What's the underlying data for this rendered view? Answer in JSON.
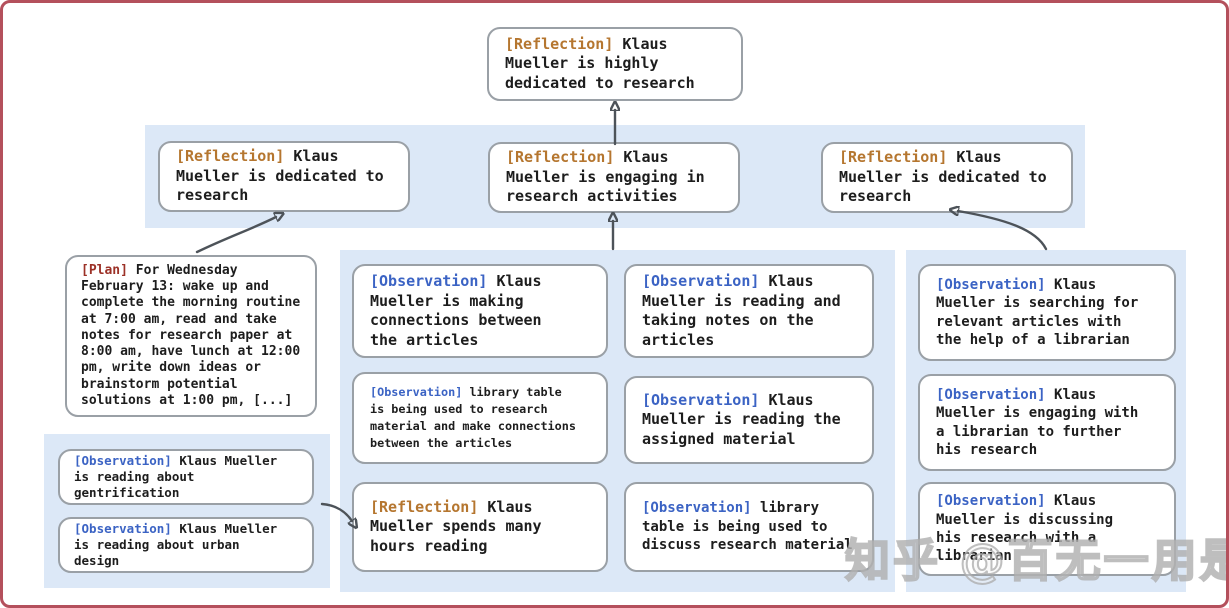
{
  "colors": {
    "band": "#dce8f7",
    "node_bg": "#ffffff",
    "node_border": "#9aa0a6",
    "outer_border": "#b4505c",
    "arrow": "#4d5359",
    "text": "#1d1d1d",
    "tag_reflection": "#b5762f",
    "tag_plan": "#9c3127",
    "tag_observation": "#3b63c4"
  },
  "nodes": {
    "root": {
      "tag": "[Reflection]",
      "text": "Klaus Mueller is highly dedicated to research"
    },
    "refl_left": {
      "tag": "[Reflection]",
      "text": "Klaus Mueller is dedicated to research"
    },
    "refl_mid": {
      "tag": "[Reflection]",
      "text": "Klaus Mueller is engaging in research activities"
    },
    "refl_right": {
      "tag": "[Reflection]",
      "text": "Klaus Mueller is dedicated to research"
    },
    "plan": {
      "tag": "[Plan]",
      "text": "For Wednesday February 13: wake up and complete the morning routine at 7:00 am, read and take notes for research paper at 8:00 am, have lunch at 12:00 pm, write down ideas or brainstorm potential solutions at 1:00 pm, [...]"
    },
    "obs_gentrification": {
      "tag": "[Observation]",
      "text": "Klaus Mueller is reading about gentrification"
    },
    "obs_urban_design": {
      "tag": "[Observation]",
      "text": "Klaus Mueller is reading about urban design"
    },
    "obs_connections": {
      "tag": "[Observation]",
      "text": "Klaus Mueller is making connections between the articles"
    },
    "obs_library_research": {
      "tag": "[Observation]",
      "text": "library table is being used to research material and make connections between the articles"
    },
    "refl_hours": {
      "tag": "[Reflection]",
      "text": "Klaus Mueller spends many hours reading"
    },
    "obs_taking_notes": {
      "tag": "[Observation]",
      "text": "Klaus Mueller is reading and taking notes on the articles"
    },
    "obs_assigned": {
      "tag": "[Observation]",
      "text": "Klaus Mueller is reading the assigned material"
    },
    "obs_library_discuss": {
      "tag": "[Observation]",
      "text": "library table is being used to discuss research material"
    },
    "obs_searching": {
      "tag": "[Observation]",
      "text": "Klaus Mueller is searching for relevant articles with the help of a librarian"
    },
    "obs_engaging": {
      "tag": "[Observation]",
      "text": "Klaus Mueller is engaging with a librarian to further his research"
    },
    "obs_discussing": {
      "tag": "[Observation]",
      "text": "Klaus Mueller is discussing his research with a librarian"
    }
  },
  "watermark": "知乎 @百无一用是书生"
}
